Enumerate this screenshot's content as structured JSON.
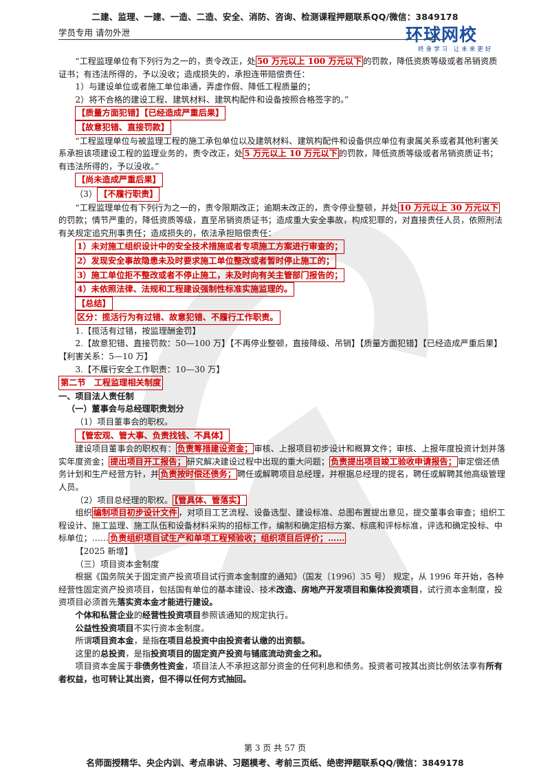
{
  "header": {
    "top_banner": "二建、监理、一建、一造、二造、安全、消防、咨询、检测课程押题联系QQ/微信：3849178",
    "subtitle": "学员专用 请勿外泄",
    "logo_main": "环球网校",
    "logo_slogan": "终身学习 让未来更好"
  },
  "body": {
    "l1a": "“工程监理单位有下列行为之一的，责令改正，处",
    "l1b": "50 万元以上 100 万元以下",
    "l1c": "的罚款，降低资质等级或者吊销资质证书；有违法所得的，予以没收；造成损失的，承担连带赔偿责任：",
    "l2": "1）与建设单位或者施工单位串通，弄虚作假、降低工程质量的；",
    "l3": "2）将不合格的建设工程、建筑材料、建筑构配件和设备按照合格签字的。”",
    "tag1": "【质量方面犯错】【已经造成严重后果】",
    "tag2": "【故意犯错、直接罚款】",
    "l4a": "“工程监理单位与被监理工程的施工承包单位以及建筑材料、建筑构配件和设备供应单位有隶属关系或者其他利害关系承担该项建设工程的监理业务的，责令改正，处",
    "l4b": "5 万元以上 10 万元以下",
    "l4c": "的罚款，降低资质等级或者吊销资质证书；有违法所得的，予以没收。”",
    "tag3": "【尚未造成严重后果】",
    "l5a": "（3）",
    "l5b": "【不履行职责】",
    "l6a": "“工程监理单位有下列行为之一的，责令限期改正；逾期未改正的，责令停业整顿，并处",
    "l6b": "10 万元以上 30 万元以下",
    "l6c": "的罚款；情节严重的，降低资质等级，直至吊销资质证书；造成重大安全事故，构成犯罪的，对直接责任人员，依照刑法有关规定追究刑事责任；造成损失的，依法承担赔偿责任：",
    "r1": "1）未对施工组织设计中的安全技术措施或者专项施工方案进行审查的；",
    "r2": "2）发现安全事故隐患未及时要求施工单位整改或者暂时停止施工的；",
    "r3": "3）施工单位拒不整改或者不停止施工，未及时向有关主管部门报告的；",
    "r4": "4）未依照法律、法规和工程建设强制性标准实施监理的。",
    "tag4": "【总结】",
    "tag5": "区分：揽活行为有过错、故意犯错、不履行工作职责。",
    "s1": "1.【揽活有过错，按监理酬金罚】",
    "s2": "2.【故意犯错、直接罚款：50—100 万】【不再停业整顿，直接降级、吊销】【质量方面犯错】【已经造成严重后果】【利害关系：5—10 万】",
    "s3": "3.【不履行安全工作职责：10—30 万】",
    "section": "第二节　工程监理相关制度",
    "h1": "一、项目法人责任制",
    "h2": "（一）董事会与总经理职责划分",
    "p1": "（1）项目董事会的职权。",
    "tag6": "【管宏观、管大事、负责找钱、不具体】",
    "p2a": "建设项目董事会的职权有：",
    "p2b": "负责筹措建设资金；",
    "p2c": "审核、上报项目初步设计和概算文件；审核、上报年度投资计划并落实年度资金；",
    "p2d": "提出项目开工报告；",
    "p2e": "研究解决建设过程中出现的重大问题；",
    "p2f": "负责提出项目竣工验收申请报告；",
    "p2g": "审定偿还债务计划和生产经营方针，并",
    "p2h": "负责按时偿还债务；",
    "p2i": "聘任或解聘项目总经理，并根据总经理的提名，聘任或解聘其他高级管理人员。",
    "p3a": "（2）项目总经理的职权。",
    "p3b": "【管具体、管落实】",
    "p4a": "组织",
    "p4b": "编制项目初步设计文件",
    "p4c": "，对项目工艺流程、设备选型、建设标准、总图布置提出意见，提交董事会审查；组织工程设计、施工监理、施工队伍和设备材料采购的招标工作，编制和确定招标方案、标底和评标标准，评选和确定投标、中标单位；……",
    "p4d": "负责组织项目试生产和单项工程预验收；组织项目后评价；……",
    "p5": "【2025 新增】",
    "p6": "（三）项目资本金制度",
    "p7a": "根据《国务院关于固定资产投资项目试行资本金制度的通知》（国发〔1996〕35 号） 规定，从 1996 年开始，各种经营性固定资产投资项目，包括国有单位的基本建设、技术",
    "p7b": "改造、房地产开发项目和集体投资项目",
    "p7c": "，试行资本金制度，投资项目必须首先",
    "p7d": "落实资本金才能进行建设。",
    "p8a": "个体和私营企业",
    "p8b": "的",
    "p8c": "经营性投资项目",
    "p8d": "参照该通知的规定执行。",
    "p9a": "公益性投资项目",
    "p9b": "不实行资本金制度。",
    "p10a": "所谓",
    "p10b": "项目资本金",
    "p10c": "，是指",
    "p10d": "在项目总投资中由投资者认缴的出资额。",
    "p11a": "这里的",
    "p11b": "总投资",
    "p11c": "，是指",
    "p11d": "投资项目的固定资产投资与铺底流动资金之和。",
    "p12a": "项目资本金属于",
    "p12b": "非债务性资金",
    "p12c": "，项目法人不承担这部分资金的任何利息和债务。投资者可按其出资比例依法享有",
    "p12d": "所有者权益，也可转让其出资，但不得以任何方式抽回。"
  },
  "footer": {
    "page_number": "第 3 页 共 57 页",
    "bottom_banner": "名师面授精华、央企内训、考点串讲、习题模考、考前三页纸、绝密押题联系QQ/微信：3849178"
  }
}
